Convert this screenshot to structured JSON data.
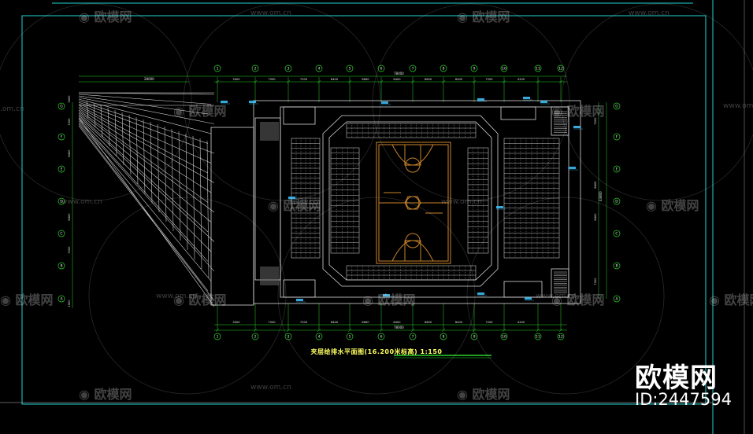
{
  "drawing": {
    "title": "夹层给排水平面图(16.200米标高) 1:150"
  },
  "brand": {
    "name": "欧模网",
    "id": "ID:2447594"
  },
  "watermark": {
    "logo_text": "欧模网",
    "url": "www.om.cn",
    "url_partial": ".om.cn"
  },
  "dimensions": {
    "overall_top": "78000",
    "overall_bottom": "78000",
    "left_wing_top": "28000",
    "top_segments": [
      "3000",
      "7500",
      "7200",
      "8400",
      "6600",
      "8400",
      "6600",
      "8400",
      "7200",
      "4200"
    ],
    "bottom_segments": [
      "3000",
      "7500",
      "7200",
      "8400",
      "6600",
      "8400",
      "6600",
      "8400",
      "7200",
      "4200"
    ],
    "right_segments": [
      "7200",
      "8400",
      "8400",
      "7200"
    ],
    "right_overall": "43800",
    "left_segments": [
      "1500",
      "7200",
      "8400",
      "8400",
      "7200",
      "1500"
    ]
  },
  "axes": {
    "columns": [
      "1",
      "2",
      "3",
      "4",
      "5",
      "6",
      "7",
      "8",
      "9",
      "10",
      "11",
      "12"
    ],
    "rows": [
      "G",
      "F",
      "E",
      "D",
      "C",
      "B",
      "A"
    ]
  },
  "colors": {
    "background": "#000000",
    "frame": "#21d4d4",
    "walls": "#d8d8d8",
    "court": "#c9832c",
    "axis_circle": "#2bd42b",
    "dimension": "#2bd42b",
    "seats": "#e6e6e6",
    "tag": "#3fc6ff",
    "title": "#ffff60"
  }
}
